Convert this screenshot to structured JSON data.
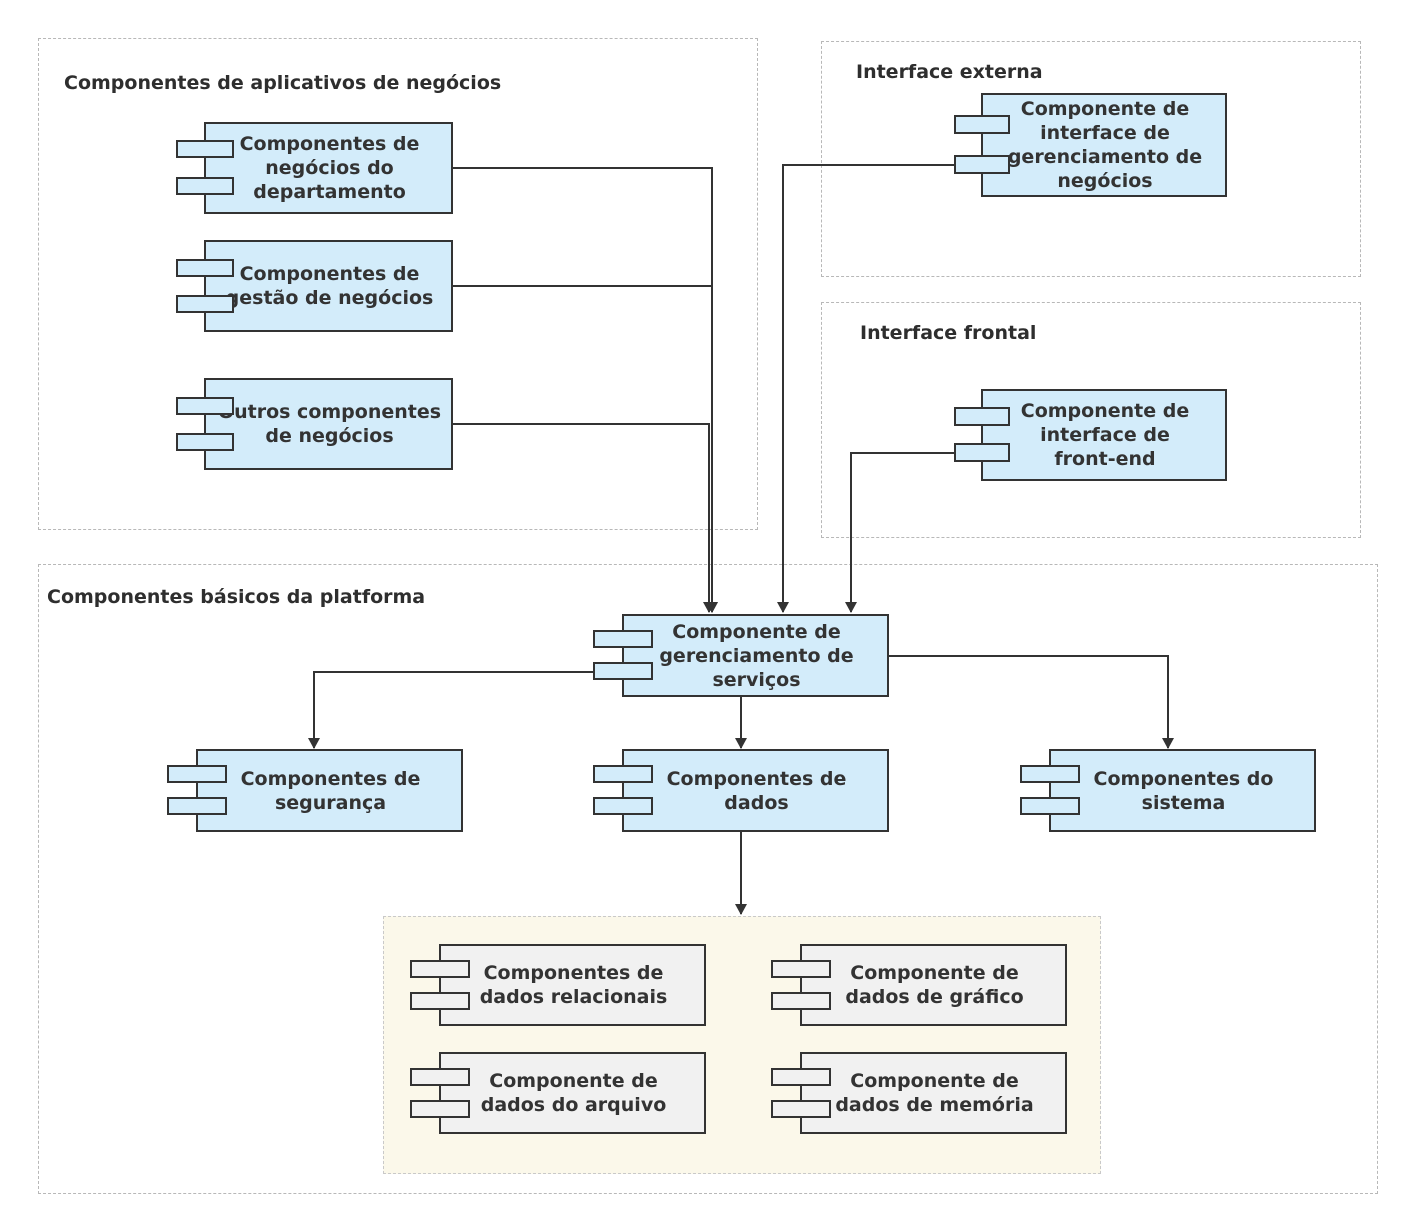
{
  "groups": {
    "business_apps": "Componentes de aplicativos de negócios",
    "external_interface": "Interface externa",
    "frontend_interface": "Interface frontal",
    "platform_basic": "Componentes básicos da platforma"
  },
  "components": {
    "dept_business": "Componentes de negócios do departamento",
    "business_mgmt": "Componentes de gestão de negócios",
    "other_business": "Outros componentes de negócios",
    "business_mgmt_interface": "Componente de interface de gerenciamento de negócios",
    "frontend_interface": "Componente de interface de front-end",
    "service_mgmt": "Componente de gerenciamento de serviços",
    "security": "Componentes de segurança",
    "data": "Componentes de dados",
    "system": "Componentes do sistema",
    "relational_data": "Componentes de dados relacionais",
    "graph_data": "Componente de dados de gráfico",
    "file_data": "Componente de dados do arquivo",
    "memory_data": "Componente de dados de memória"
  },
  "colors": {
    "component_fill": "#d3ecfa",
    "data_component_fill": "#f1f1f1",
    "data_group_fill": "#fbf8ea",
    "stroke": "#333333"
  }
}
